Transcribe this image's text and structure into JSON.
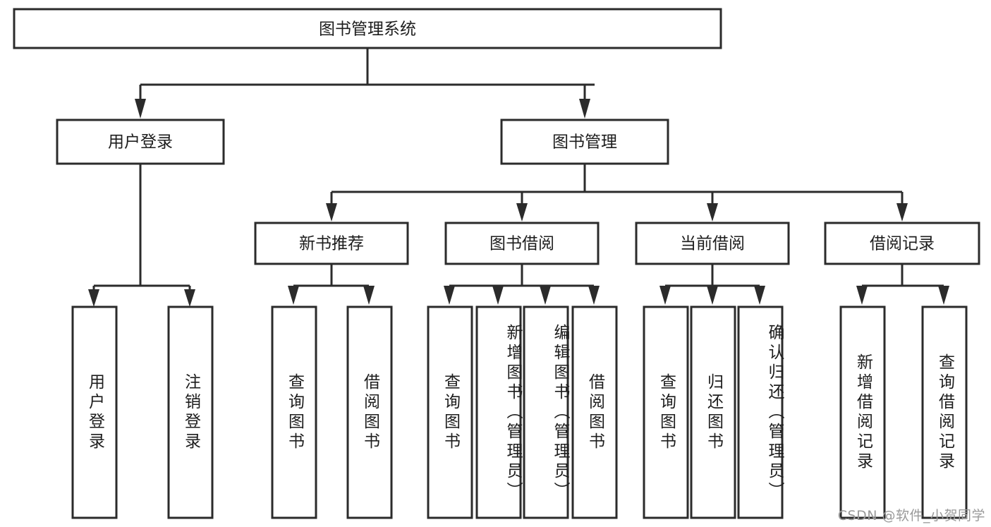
{
  "diagram": {
    "title": "图书管理系统",
    "type": "tree-hierarchy",
    "watermark": "CSDN @软件_小贺同学",
    "colors": {
      "stroke": "#2b2b2b",
      "fill": "#ffffff",
      "text": "#1d1d1d",
      "watermark": "#9a9a9a",
      "background": "#ffffff"
    },
    "levels": {
      "root": {
        "label": "图书管理系统",
        "orientation": "horizontal"
      },
      "level2": [
        {
          "id": "user-login",
          "label": "用户登录",
          "orientation": "horizontal"
        },
        {
          "id": "book-manage",
          "label": "图书管理",
          "orientation": "horizontal"
        }
      ],
      "level3": [
        {
          "id": "new-book-recommend",
          "label": "新书推荐",
          "orientation": "horizontal"
        },
        {
          "id": "book-borrow",
          "label": "图书借阅",
          "orientation": "horizontal"
        },
        {
          "id": "current-borrow",
          "label": "当前借阅",
          "orientation": "horizontal"
        },
        {
          "id": "borrow-record",
          "label": "借阅记录",
          "orientation": "horizontal"
        }
      ],
      "leaves": [
        {
          "id": "leaf-user-login",
          "parent": "user-login",
          "label": "用户登录",
          "orientation": "vertical",
          "align": "middle"
        },
        {
          "id": "leaf-logout",
          "parent": "user-login",
          "label": "注销登录",
          "orientation": "vertical",
          "align": "middle"
        },
        {
          "id": "leaf-query-book-1",
          "parent": "new-book-recommend",
          "label": "查询图书",
          "orientation": "vertical",
          "align": "middle"
        },
        {
          "id": "leaf-borrow-book-1",
          "parent": "new-book-recommend",
          "label": "借阅图书",
          "orientation": "vertical",
          "align": "middle"
        },
        {
          "id": "leaf-query-book-2",
          "parent": "book-borrow",
          "label": "查询图书",
          "orientation": "vertical",
          "align": "middle"
        },
        {
          "id": "leaf-add-book",
          "parent": "book-borrow",
          "label": "新增图书（管理员）",
          "orientation": "vertical",
          "align": "top"
        },
        {
          "id": "leaf-edit-book",
          "parent": "book-borrow",
          "label": "编辑图书（管理员）",
          "orientation": "vertical",
          "align": "top"
        },
        {
          "id": "leaf-borrow-book-2",
          "parent": "book-borrow",
          "label": "借阅图书",
          "orientation": "vertical",
          "align": "middle"
        },
        {
          "id": "leaf-query-book-3",
          "parent": "current-borrow",
          "label": "查询图书",
          "orientation": "vertical",
          "align": "middle"
        },
        {
          "id": "leaf-return-book",
          "parent": "current-borrow",
          "label": "归还图书",
          "orientation": "vertical",
          "align": "middle"
        },
        {
          "id": "leaf-confirm-return",
          "parent": "current-borrow",
          "label": "确认归还（管理员）",
          "orientation": "vertical",
          "align": "top"
        },
        {
          "id": "leaf-add-record",
          "parent": "borrow-record",
          "label": "新增借阅记录",
          "orientation": "vertical",
          "align": "middle"
        },
        {
          "id": "leaf-query-record",
          "parent": "borrow-record",
          "label": "查询借阅记录",
          "orientation": "vertical",
          "align": "middle"
        }
      ]
    }
  }
}
